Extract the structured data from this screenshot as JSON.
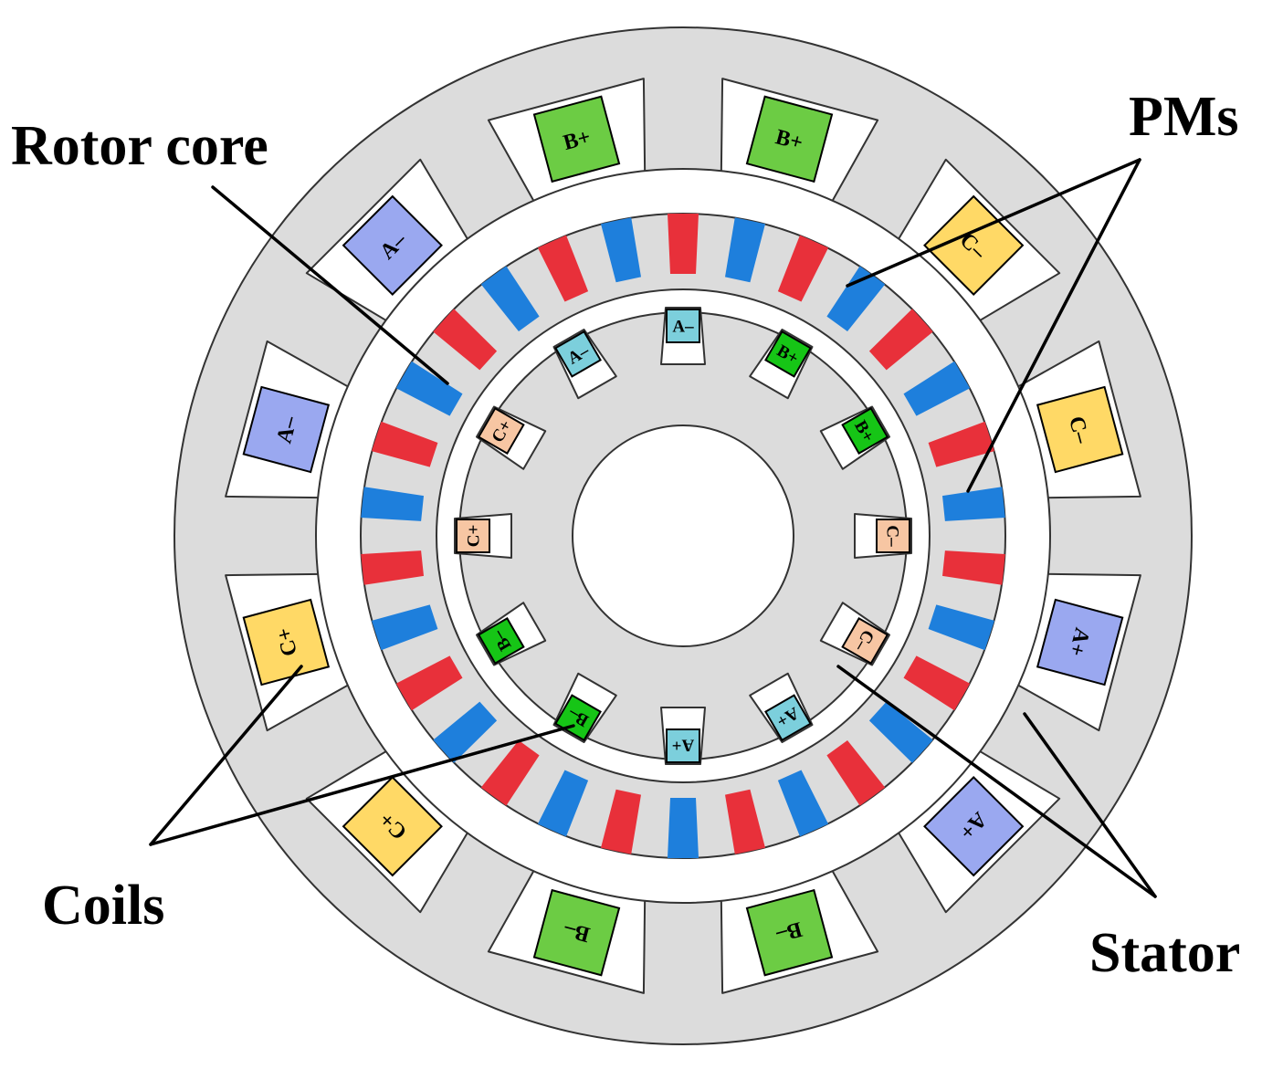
{
  "labels": {
    "rotor_core": "Rotor core",
    "pms": "PMs",
    "coils": "Coils",
    "stator": "Stator"
  },
  "outer_stator_coils": [
    {
      "angle": -15,
      "text": "B+",
      "phase": "B"
    },
    {
      "angle": 15,
      "text": "B+",
      "phase": "B"
    },
    {
      "angle": 45,
      "text": "C–",
      "phase": "C"
    },
    {
      "angle": 75,
      "text": "C–",
      "phase": "C"
    },
    {
      "angle": 105,
      "text": "A+",
      "phase": "A"
    },
    {
      "angle": 135,
      "text": "A+",
      "phase": "A"
    },
    {
      "angle": 165,
      "text": "B–",
      "phase": "B"
    },
    {
      "angle": 195,
      "text": "B–",
      "phase": "B"
    },
    {
      "angle": 225,
      "text": "C+",
      "phase": "C"
    },
    {
      "angle": 255,
      "text": "C+",
      "phase": "C"
    },
    {
      "angle": 285,
      "text": "A–",
      "phase": "A"
    },
    {
      "angle": 315,
      "text": "A–",
      "phase": "A"
    }
  ],
  "inner_stator_coils": [
    {
      "angle": 0,
      "text": "A–",
      "phase": "A"
    },
    {
      "angle": 30,
      "text": "B+",
      "phase": "B"
    },
    {
      "angle": 60,
      "text": "B+",
      "phase": "B"
    },
    {
      "angle": 90,
      "text": "C–",
      "phase": "C"
    },
    {
      "angle": 120,
      "text": "C–",
      "phase": "C"
    },
    {
      "angle": 150,
      "text": "A+",
      "phase": "A"
    },
    {
      "angle": 180,
      "text": "A+",
      "phase": "A"
    },
    {
      "angle": 210,
      "text": "B–",
      "phase": "B"
    },
    {
      "angle": 240,
      "text": "B–",
      "phase": "B"
    },
    {
      "angle": 270,
      "text": "C+",
      "phase": "C"
    },
    {
      "angle": 300,
      "text": "C+",
      "phase": "C"
    },
    {
      "angle": 330,
      "text": "A–",
      "phase": "A"
    }
  ],
  "magnets": {
    "count": 30,
    "start_angle": 0,
    "pattern": [
      "red",
      "blue"
    ]
  },
  "colors": {
    "stator_fill": "#dcdcdc",
    "rotor_fill": "#dcdcdc",
    "slot_fill": "#ffffff",
    "magnet_red": "#e8303a",
    "magnet_blue": "#1e7fdc",
    "outer_coil_A": "#9aa8f0",
    "outer_coil_B": "#6ccc44",
    "outer_coil_C": "#ffd966",
    "inner_coil_A": "#7ccfdc",
    "inner_coil_B": "#16c516",
    "inner_coil_C": "#f7c6a3"
  }
}
